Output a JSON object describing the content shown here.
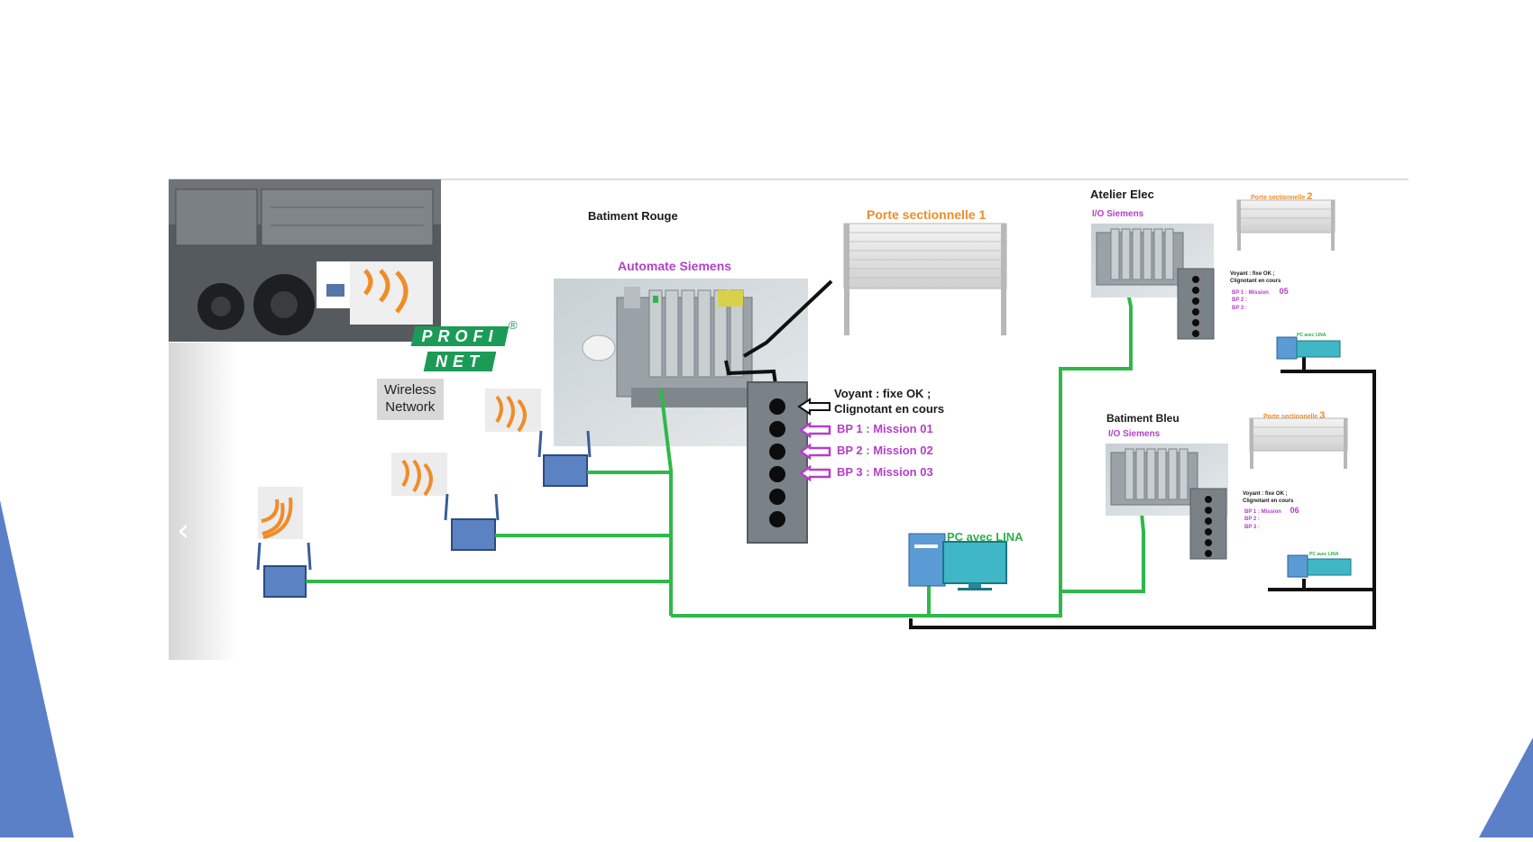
{
  "slide": {
    "prev_arrow": "‹",
    "colors": {
      "cable_green": "#2fb84a",
      "accent_blue": "#5b80c8",
      "cable_black": "#111111"
    }
  },
  "diagram": {
    "batiment_rouge": "Batiment Rouge",
    "automate_siemens": "Automate Siemens",
    "porte_1": "Porte sectionnelle 1",
    "voyant_line1": "Voyant : fixe OK ;",
    "voyant_line2": "Clignotant en cours",
    "bp1": "BP 1 : Mission 01",
    "bp2": "BP 2 : Mission 02",
    "bp3": "BP 3 : Mission 03",
    "pc": "PC  avec LINA",
    "wireless_line1": "Wireless",
    "wireless_line2": "Network",
    "profinet_top": "PROFI",
    "profinet_bottom": "NET",
    "profinet_reg": "®",
    "atelier_elec": "Atelier Elec",
    "io_siemens_1": "I/O Siemens",
    "porte_2_text": "Porte sectionnelle",
    "porte_2_num": "2",
    "atelier_voyant_1": "Voyant : fixe OK ;",
    "atelier_voyant_2": "Clignotant en cours",
    "atelier_bp1": "BP 1 : Mission",
    "atelier_bp1_num": "05",
    "atelier_bp2": "BP 2 :",
    "atelier_bp3": "BP 3 :",
    "atelier_pc": "PC  avec LINA",
    "batiment_bleu": "Batiment Bleu",
    "io_siemens_2": "I/O Siemens",
    "porte_3_text": "Porte sectionnelle",
    "porte_3_num": "3",
    "bleu_voyant_1": "Voyant : fixe OK ;",
    "bleu_voyant_2": "Clignotant en cours",
    "bleu_bp1": "BP 1 : Mission",
    "bleu_bp1_num": "06",
    "bleu_bp2": "BP 2 :",
    "bleu_bp3": "BP 3 :",
    "bleu_pc": "PC  avec LINA"
  }
}
